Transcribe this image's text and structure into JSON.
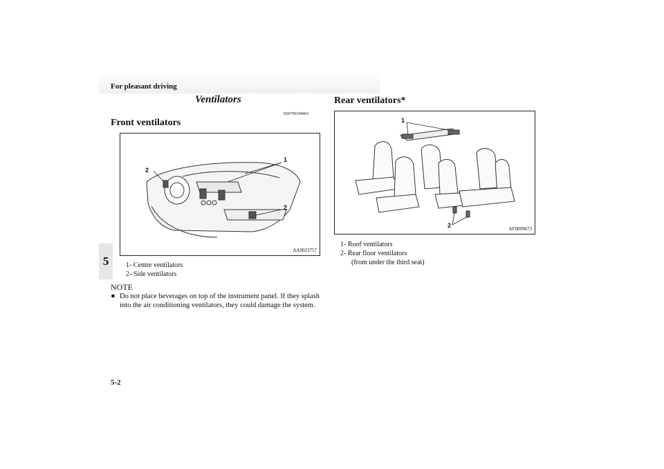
{
  "header": {
    "section": "For pleasant driving"
  },
  "chapter_tab": "5",
  "page_number": "5-2",
  "main": {
    "title": "Ventilators",
    "code": "E00700100461",
    "front": {
      "heading": "Front ventilators",
      "figure_id": "AA0023757",
      "callouts": [
        "1",
        "2",
        "2"
      ],
      "items": [
        "1-  Centre ventilators",
        "2-  Side ventilators"
      ]
    },
    "note": {
      "label": "NOTE",
      "text": "Do not place beverages on top of the instrument panel. If they splash into the air conditioning ventilators, they could damage the system."
    },
    "rear": {
      "heading": "Rear ventilators*",
      "figure_id": "AF0009673",
      "callouts": [
        "1",
        "2"
      ],
      "items": [
        "1-  Roof ventilators",
        "2-  Rear floor ventilators",
        "(from under the third seat)"
      ]
    }
  }
}
